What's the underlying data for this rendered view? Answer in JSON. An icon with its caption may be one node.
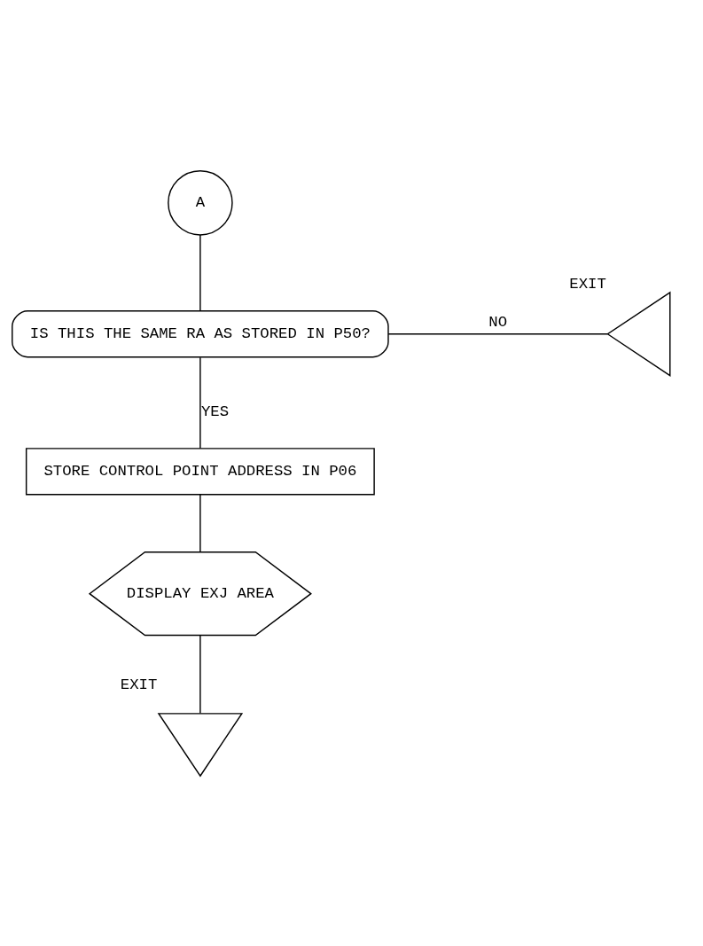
{
  "diagram": {
    "nodes": [
      {
        "text": [
          "A"
        ]
      },
      {
        "text": [
          "IS THIS THE SAME RA AS STORED IN P50?"
        ]
      },
      {
        "text": [],
        "shape": "triangle",
        "beside": [
          "EXIT"
        ]
      },
      {
        "text": [
          "STORE CONTROL POINT ADDRESS IN P06"
        ]
      },
      {
        "text": [
          "DISPLAY EXJ AREA"
        ]
      },
      {
        "text": [],
        "shape": "triangle",
        "beside": [
          "EXIT"
        ]
      }
    ],
    "edges": [
      {
        "from": 0,
        "to": 1,
        "arrow": "none"
      },
      {
        "from": 1,
        "to": 2,
        "arrow": "none",
        "label": "NO"
      },
      {
        "from": 1,
        "to": 3,
        "arrow": "none",
        "label": "YES"
      },
      {
        "from": 3,
        "to": 4,
        "arrow": "none"
      },
      {
        "from": 4,
        "to": 5,
        "arrow": "none"
      }
    ]
  }
}
